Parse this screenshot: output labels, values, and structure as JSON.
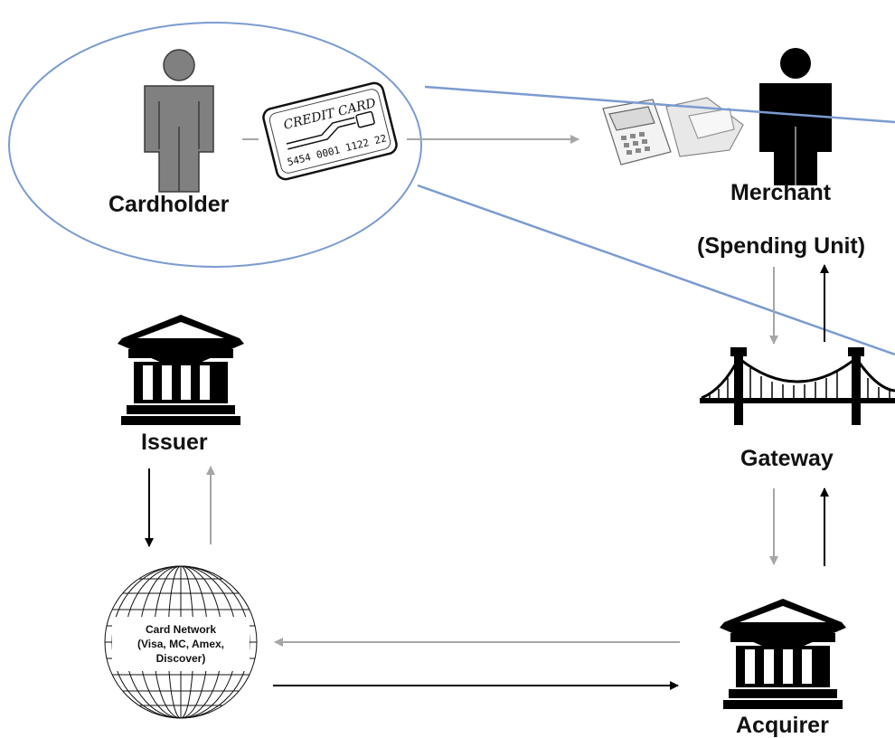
{
  "nodes": {
    "cardholder": {
      "label": "Cardholder"
    },
    "merchant": {
      "label_line1": "Merchant",
      "label_line2": "(Spending Unit)"
    },
    "issuer": {
      "label": "Issuer"
    },
    "gateway": {
      "label": "Gateway"
    },
    "acquirer": {
      "label": "Acquirer"
    },
    "card_network": {
      "line1": "Card Network",
      "line2": "(Visa, MC, Amex,",
      "line3": "Discover)"
    }
  },
  "credit_card": {
    "title": "CREDIT CARD",
    "number": "5454 0001 1122 22"
  },
  "colors": {
    "cardholder_figure": "#808080",
    "merchant_figure": "#000000",
    "highlight_ellipse": "#7b9bd0",
    "arrow_gray": "#a6a6a6",
    "arrow_black": "#000000",
    "bank_icon": "#000000"
  },
  "icons": {
    "cardholder": "person-icon",
    "merchant": "person-icon",
    "card": "credit-card-icon",
    "terminal": "card-terminal-icon",
    "issuer": "bank-icon",
    "acquirer": "bank-icon",
    "gateway": "bridge-icon",
    "network": "globe-icon"
  }
}
